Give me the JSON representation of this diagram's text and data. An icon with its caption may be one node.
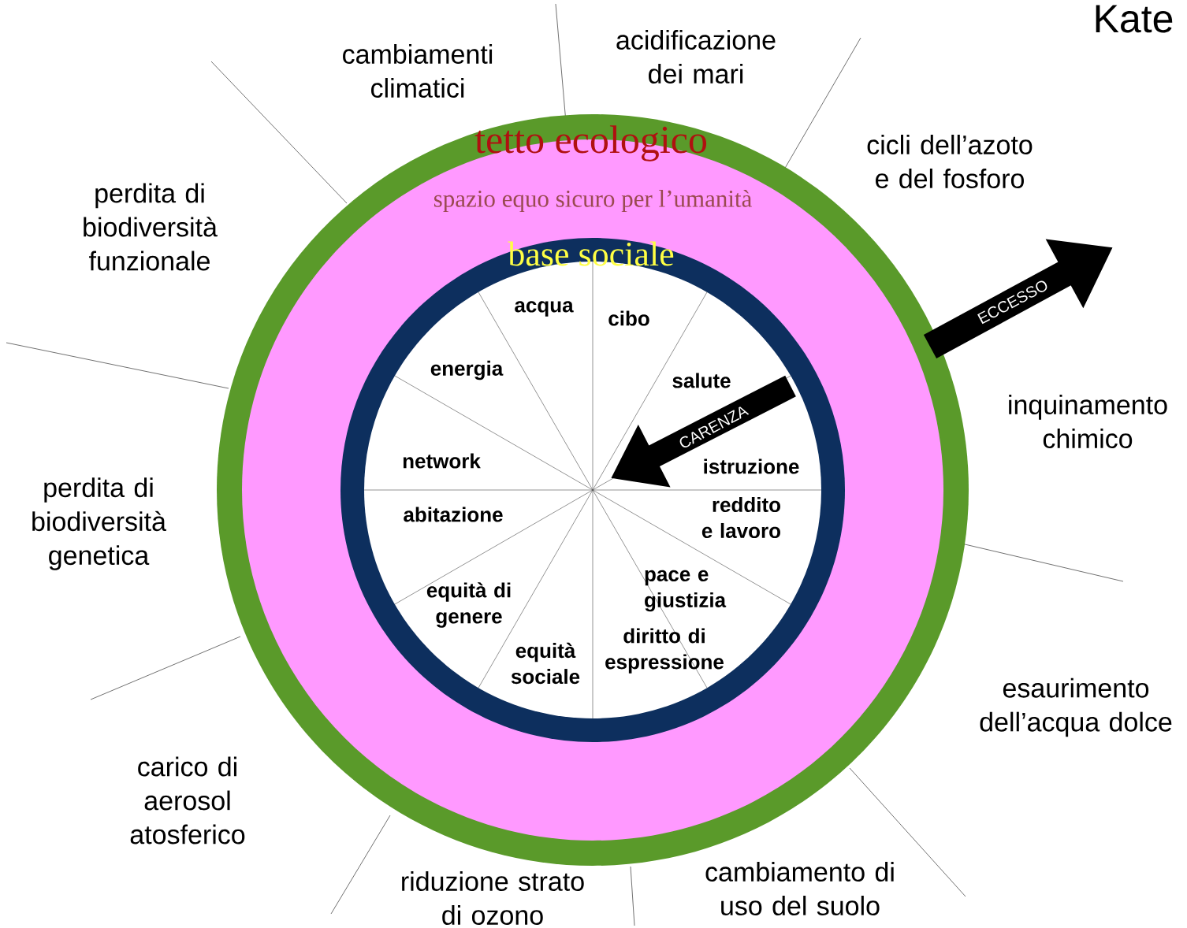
{
  "diagram": {
    "labels": [
      "Kate",
      "cambiamenti climatici",
      "acidificazione dei mari",
      "cicli dell’azoto e del fosforo",
      "perdita di biodiversità funzionale",
      "tetto ecologico",
      "spazio equo sicuro per l’umanità",
      "base sociale",
      "acqua",
      "cibo",
      "energia",
      "salute",
      "ECCESSO",
      "CARENZA",
      "inquinamento chimico",
      "network",
      "istruzione",
      "abitazione",
      "reddito e lavoro",
      "perdita di biodiversità genetica",
      "equità di genere",
      "pace e giustizia",
      "diritto di espressione",
      "equità sociale",
      "esaurimento dell’acqua dolce",
      "carico di aerosol atosferico",
      "cambiamento di uso del suolo",
      "riduzione strato di ozono"
    ]
  }
}
